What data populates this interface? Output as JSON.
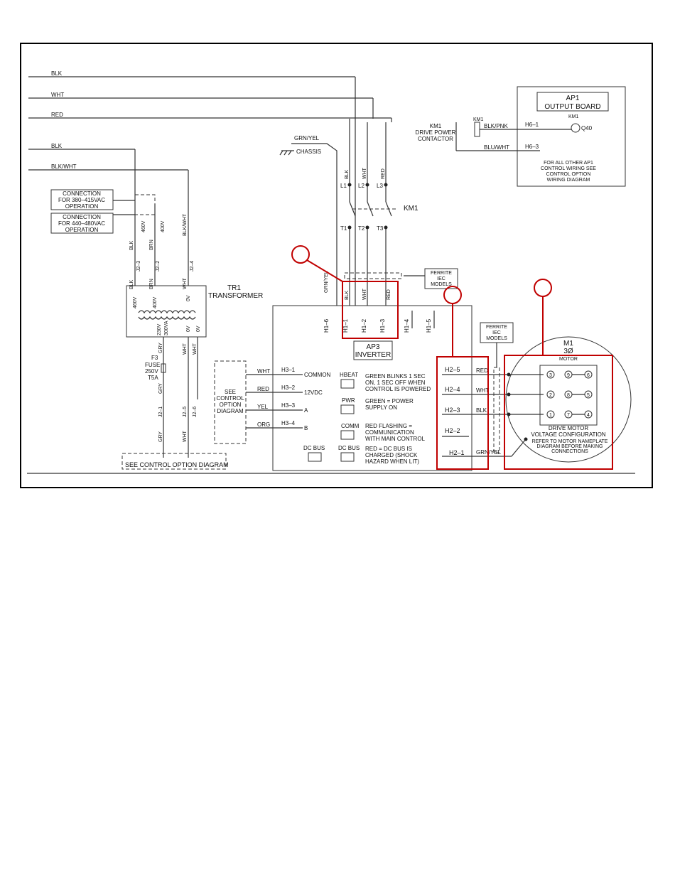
{
  "incoming": {
    "blk": "BLK",
    "wht": "WHT",
    "red": "RED",
    "blk2": "BLK",
    "blkwht": "BLK/WHT"
  },
  "connections": {
    "c380_1": "CONNECTION",
    "c380_2": "FOR 380–415VAC",
    "c380_3": "OPERATION",
    "c440_1": "CONNECTION",
    "c440_2": "FOR 440–480VAC",
    "c440_3": "OPERATION"
  },
  "transformer": {
    "name": "TR1",
    "title": "TRANSFORMER",
    "v460": "460V",
    "v400": "400V",
    "v0": "0V",
    "v230": "230V",
    "va": "300VA",
    "j2_3": "J2–3",
    "j2_2": "J2–2",
    "j2_4": "J2–4",
    "j2_5": "J2–5",
    "j2_6": "J2–6",
    "j2_1": "J2–1",
    "blk": "BLK",
    "brn": "BRN",
    "wht": "WHT",
    "blkwht": "BLK/WHT",
    "gry": "GRY"
  },
  "fuse": {
    "name": "F3",
    "l1": "FUSE",
    "l2": "250V",
    "l3": "T5A"
  },
  "chassis": {
    "wire": "GRN/YEL",
    "label": "CHASSIS"
  },
  "contactor": {
    "name": "KM1",
    "l1": "L1",
    "l2": "L2",
    "l3": "L3",
    "t1": "T1",
    "t2": "T2",
    "t3": "T3",
    "blk": "BLK",
    "wht": "WHT",
    "red": "RED"
  },
  "ap1": {
    "title": "AP1",
    "subtitle": "OUTPUT BOARD",
    "km1": "KM1",
    "q40": "Q40",
    "h6_1": "H6–1",
    "h6_3": "H6–3",
    "blkpnk": "BLK/PNK",
    "bluwht": "BLU/WHT",
    "note1": "FOR ALL OTHER AP1",
    "note2": "CONTROL WIRING SEE",
    "note3": "CONTROL OPTION",
    "note4": "WIRING DIAGRAM",
    "dp1": "KM1",
    "dp2": "DRIVE POWER",
    "dp3": "CONTACTOR",
    "km1small": "KM1"
  },
  "ferrite1": {
    "l1": "FERRITE",
    "l2": "IEC",
    "l3": "MODELS"
  },
  "ferrite2": {
    "l1": "FERRITE",
    "l2": "IEC",
    "l3": "MODELS"
  },
  "inverter": {
    "title": "AP3",
    "subtitle": "INVERTER",
    "h1_6": "H1–6",
    "h1_1": "H1–1",
    "h1_2": "H1–2",
    "h1_3": "H1–3",
    "h1_4": "H1–4",
    "h1_5": "H1–5",
    "grnyel": "GRN/YEL",
    "h3_1": "H3–1",
    "h3_2": "H3–2",
    "h3_3": "H3–3",
    "h3_4": "H3–4",
    "common": "COMMON",
    "v12": "12VDC",
    "a": "A",
    "b": "B",
    "hbeat": "HBEAT",
    "hbeat1": "GREEN BLINKS 1 SEC",
    "hbeat2": "ON, 1 SEC OFF WHEN",
    "hbeat3": "CONTROL IS POWERED",
    "pwr": "PWR",
    "pwr1": "GREEN = POWER",
    "pwr2": "SUPPLY ON",
    "comm": "COMM",
    "comm1": "RED FLASHING =",
    "comm2": "COMMUNICATION",
    "comm3": "WITH MAIN CONTROL",
    "dcbus_a": "DC BUS",
    "dcbus_b": "DC BUS",
    "dc1": "RED = DC BUS IS",
    "dc2": "CHARGED (SHOCK",
    "dc3": "HAZARD WHEN LIT)",
    "h2_5": "H2–5",
    "h2_4": "H2–4",
    "h2_3": "H2–3",
    "h2_2": "H2–2",
    "h2_1": "H2–1"
  },
  "control_option": {
    "l1": "SEE",
    "l2": "CONTROL",
    "l3": "OPTION",
    "l4": "DIAGRAM",
    "wht": "WHT",
    "red": "RED",
    "yel": "YEL",
    "org": "ORG",
    "bottom": "SEE CONTROL OPTION DIAGRAM"
  },
  "motor_wires": {
    "red": "RED",
    "wht": "WHT",
    "blk": "BLK",
    "grnyel": "GRN/YEL"
  },
  "motor": {
    "name": "M1",
    "phase": "3Ø",
    "label": "MOTOR",
    "t3": "3",
    "t9": "9",
    "t6": "6",
    "t2": "2",
    "t8": "8",
    "t5": "5",
    "t1": "1",
    "t7": "7",
    "t4": "4",
    "cfg1": "DRIVE MOTOR",
    "cfg2": "VOLTAGE CONFIGURATION",
    "ref1": "REFER TO MOTOR NAMEPLATE",
    "ref2": "DIAGRAM BEFORE MAKING",
    "ref3": "CONNECTIONS"
  },
  "colors": {
    "highlight": "#c00000",
    "line": "#333333"
  }
}
